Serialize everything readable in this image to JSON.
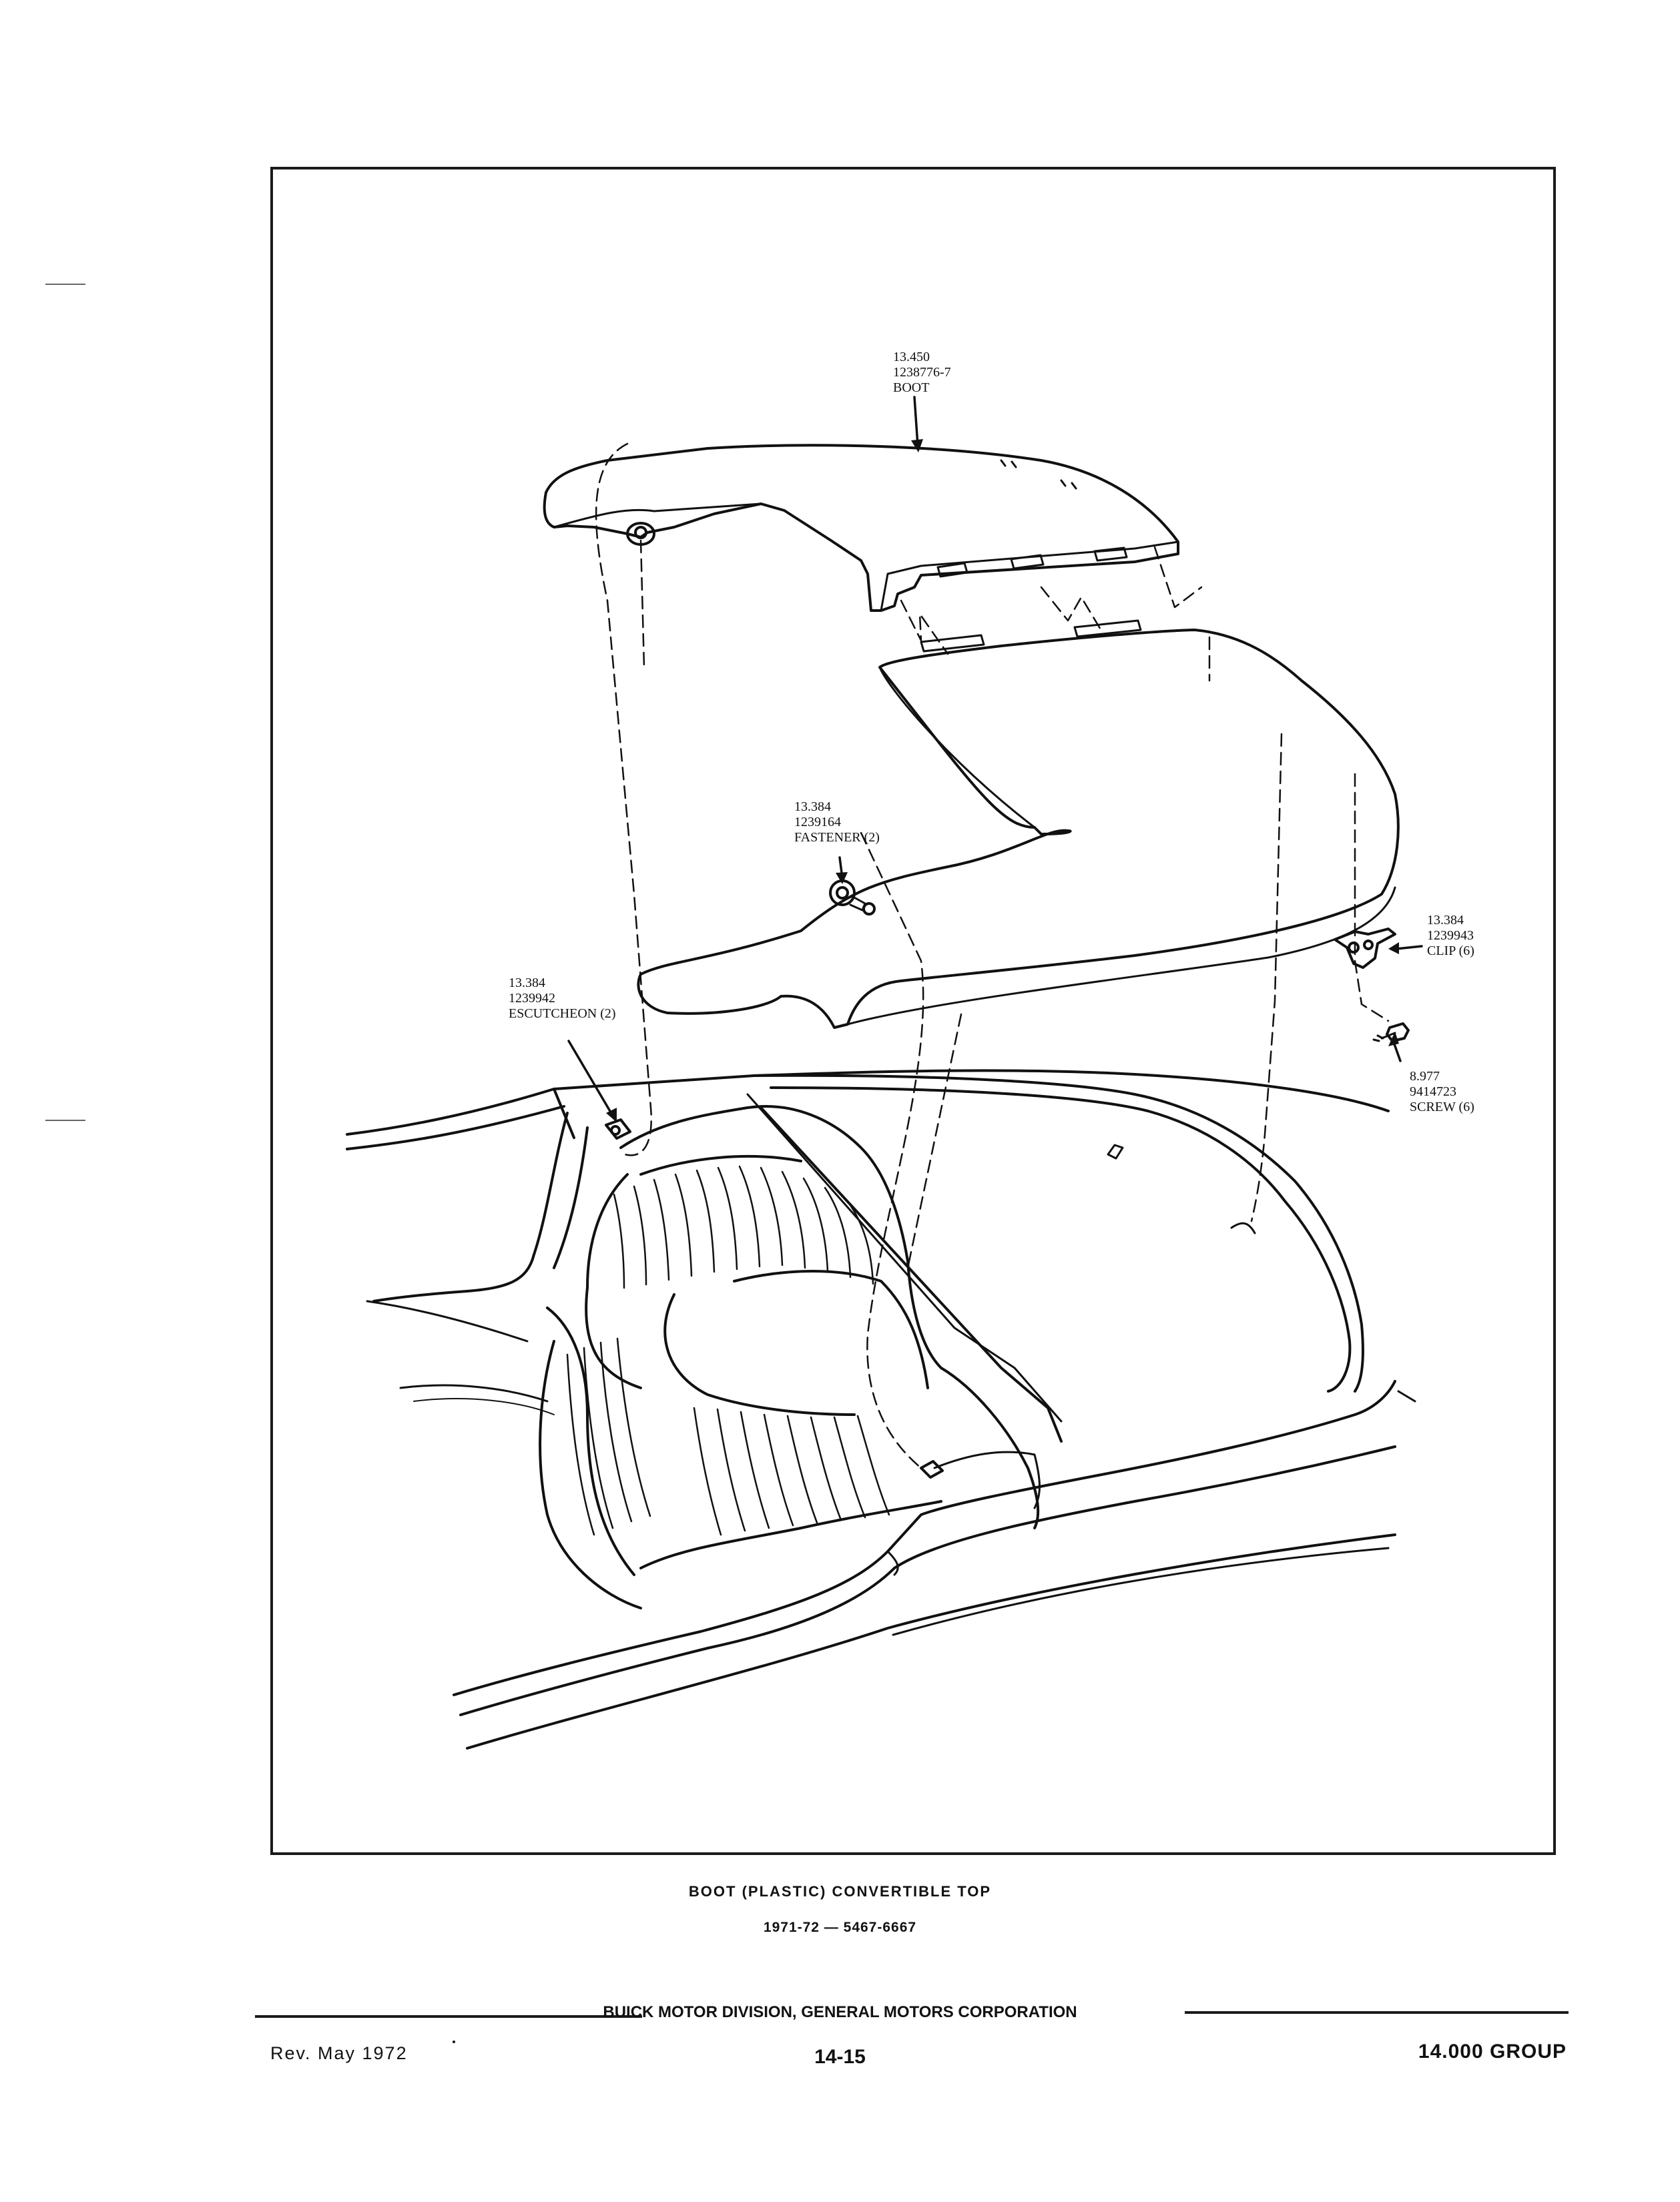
{
  "callouts": {
    "boot": {
      "code": "13.450",
      "part": "1238776-7",
      "name": "BOOT"
    },
    "fastener": {
      "code": "13.384",
      "part": "1239164",
      "name": "FASTENER (2)"
    },
    "escutcheon": {
      "code": "13.384",
      "part": "1239942",
      "name": "ESCUTCHEON (2)"
    },
    "clip": {
      "code": "13.384",
      "part": "1239943",
      "name": "CLIP (6)"
    },
    "screw": {
      "code": "8.977",
      "part": "9414723",
      "name": "SCREW (6)"
    }
  },
  "caption": {
    "title": "BOOT (PLASTIC) CONVERTIBLE TOP",
    "subtitle": "1971-72 — 5467-6667"
  },
  "footer": {
    "company": "BUICK MOTOR DIVISION, GENERAL MOTORS CORPORATION",
    "revision": "Rev. May 1972",
    "page": "14-15",
    "group": "14.000 GROUP"
  }
}
